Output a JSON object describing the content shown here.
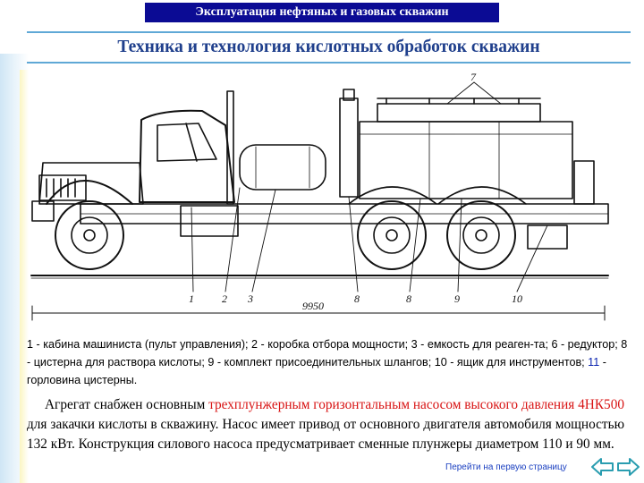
{
  "header": {
    "title": "Эксплуатация нефтяных и газовых скважин"
  },
  "page": {
    "title": "Техника и технология кислотных обработок скважин"
  },
  "drawing": {
    "part_numbers": [
      "1",
      "2",
      "3",
      "8",
      "8",
      "9",
      "10"
    ],
    "dimension": "9950",
    "callout": "7"
  },
  "caption": {
    "part1": "1 - кабина машиниста (пульт управления); 2 - коробка отбора мощности; 3 - емкость для реаген-та; 6 - редуктор; 8 - цистерна для раствора кислоты; 9 - комплект присоединительных шлангов; 10 - ящик для инструментов; ",
    "highlight": "11",
    "part2": " - горловина цистерны."
  },
  "body": {
    "t1": "Агрегат снабжен основным ",
    "red1": "трехплунжерным горизонтальным насосом высокого давления 4НК500",
    "t2": " для закачки кислоты в скважину. Насос имеет привод от основного двигателя автомобиля мощностью 132 кВт. Конструкция силового насоса предусматривает сменные плунжеры диаметром 110 и 90 мм."
  },
  "nav": {
    "first_page_link": "Перейти на первую страницу",
    "prev_icon": "arrow-left-icon",
    "next_icon": "arrow-right-icon",
    "arrow_color": "#2a9db0"
  }
}
